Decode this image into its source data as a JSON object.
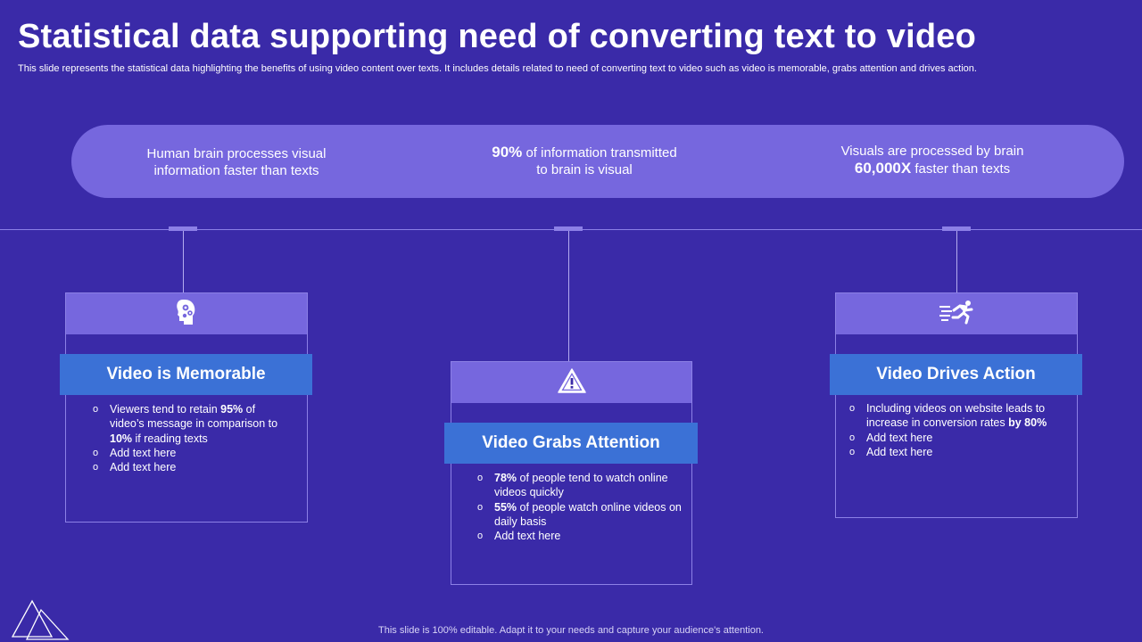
{
  "title": "Statistical data supporting need of converting text to video",
  "subtitle": "This slide represents the statistical data highlighting the benefits of using video content over texts. It includes details related to need of converting text to video such as video is memorable, grabs attention and drives action.",
  "stats": [
    {
      "line1": "Human brain processes visual",
      "line2": "information faster than texts"
    },
    {
      "highlight": "90%",
      "line1_rest": " of information transmitted",
      "line2": "to brain is visual"
    },
    {
      "line1": "Visuals are processed by brain",
      "highlight": "60,000X",
      "line2_rest": " faster than  texts"
    }
  ],
  "cards": [
    {
      "icon": "brain-gears-icon",
      "heading": "Video is Memorable",
      "bullets": [
        {
          "pre": "Viewers tend to retain ",
          "bold": "95%",
          "post": " of video’s message in comparison to ",
          "bold2": "10%",
          "post2": " if reading texts"
        },
        {
          "pre": "Add text here"
        },
        {
          "pre": "Add text here"
        }
      ]
    },
    {
      "icon": "warning-triangle-icon",
      "heading": "Video Grabs Attention",
      "bullets": [
        {
          "bold": "78%",
          "post": " of people tend to watch online videos quickly"
        },
        {
          "bold": "55%",
          "post": " of people watch online videos on daily basis"
        },
        {
          "pre": "Add text here"
        }
      ]
    },
    {
      "icon": "running-person-icon",
      "heading": "Video Drives Action",
      "bullets": [
        {
          "pre": "Including videos on website leads to increase in conversion  rates ",
          "bold": "by 80%"
        },
        {
          "pre": "Add text here"
        },
        {
          "pre": "Add text here"
        }
      ]
    }
  ],
  "footer": "This slide is 100% editable. Adapt it to your needs and capture your audience's attention.",
  "colors": {
    "background": "#3a2aa8",
    "pill": "#7667de",
    "banner": "#3b71d6",
    "line": "#8c80e6"
  }
}
